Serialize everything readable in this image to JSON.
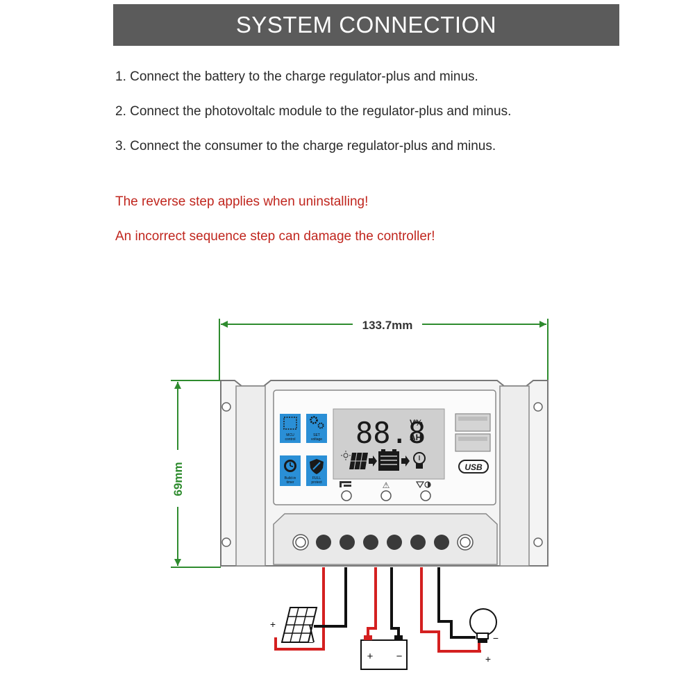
{
  "header": {
    "title": "SYSTEM CONNECTION"
  },
  "steps": [
    "1. Connect the battery to the charge regulator-plus and minus.",
    "2. Connect the photovoltalc module to the regulator-plus and minus.",
    "3. Connect the consumer to the charge regulator-plus and minus."
  ],
  "warnings": [
    "The reverse step applies when uninstalling!",
    "An incorrect sequence step can damage the controller!"
  ],
  "dimensions": {
    "width_label": "133.7mm",
    "height_label": "69mm"
  },
  "colors": {
    "dimension": "#2e8b2e",
    "warning": "#c0261e",
    "header_bg": "#5b5b5b",
    "icon_blue": "#2a8fd6",
    "wire_red": "#d42020"
  },
  "controller": {
    "lcd_digits": "88.8",
    "lcd_units_top": "V%",
    "lcd_units_bottom": "AH",
    "icons": [
      {
        "name": "chip-icon",
        "label_1": "MCU",
        "label_2": "control"
      },
      {
        "name": "gear-icon",
        "label_1": "SET",
        "label_2": "voltage"
      },
      {
        "name": "timer-icon",
        "label_1": "Build-in",
        "label_2": "timer"
      },
      {
        "name": "shield-icon",
        "label_1": "FULL",
        "label_2": "protect"
      }
    ],
    "usb_label": "USB",
    "button_symbols": [
      "⚠"
    ]
  },
  "terminals": {
    "battery_plus": "+",
    "battery_minus": "−",
    "solar_plus": "+",
    "solar_minus": "−",
    "load_plus": "+",
    "load_minus": "−"
  }
}
